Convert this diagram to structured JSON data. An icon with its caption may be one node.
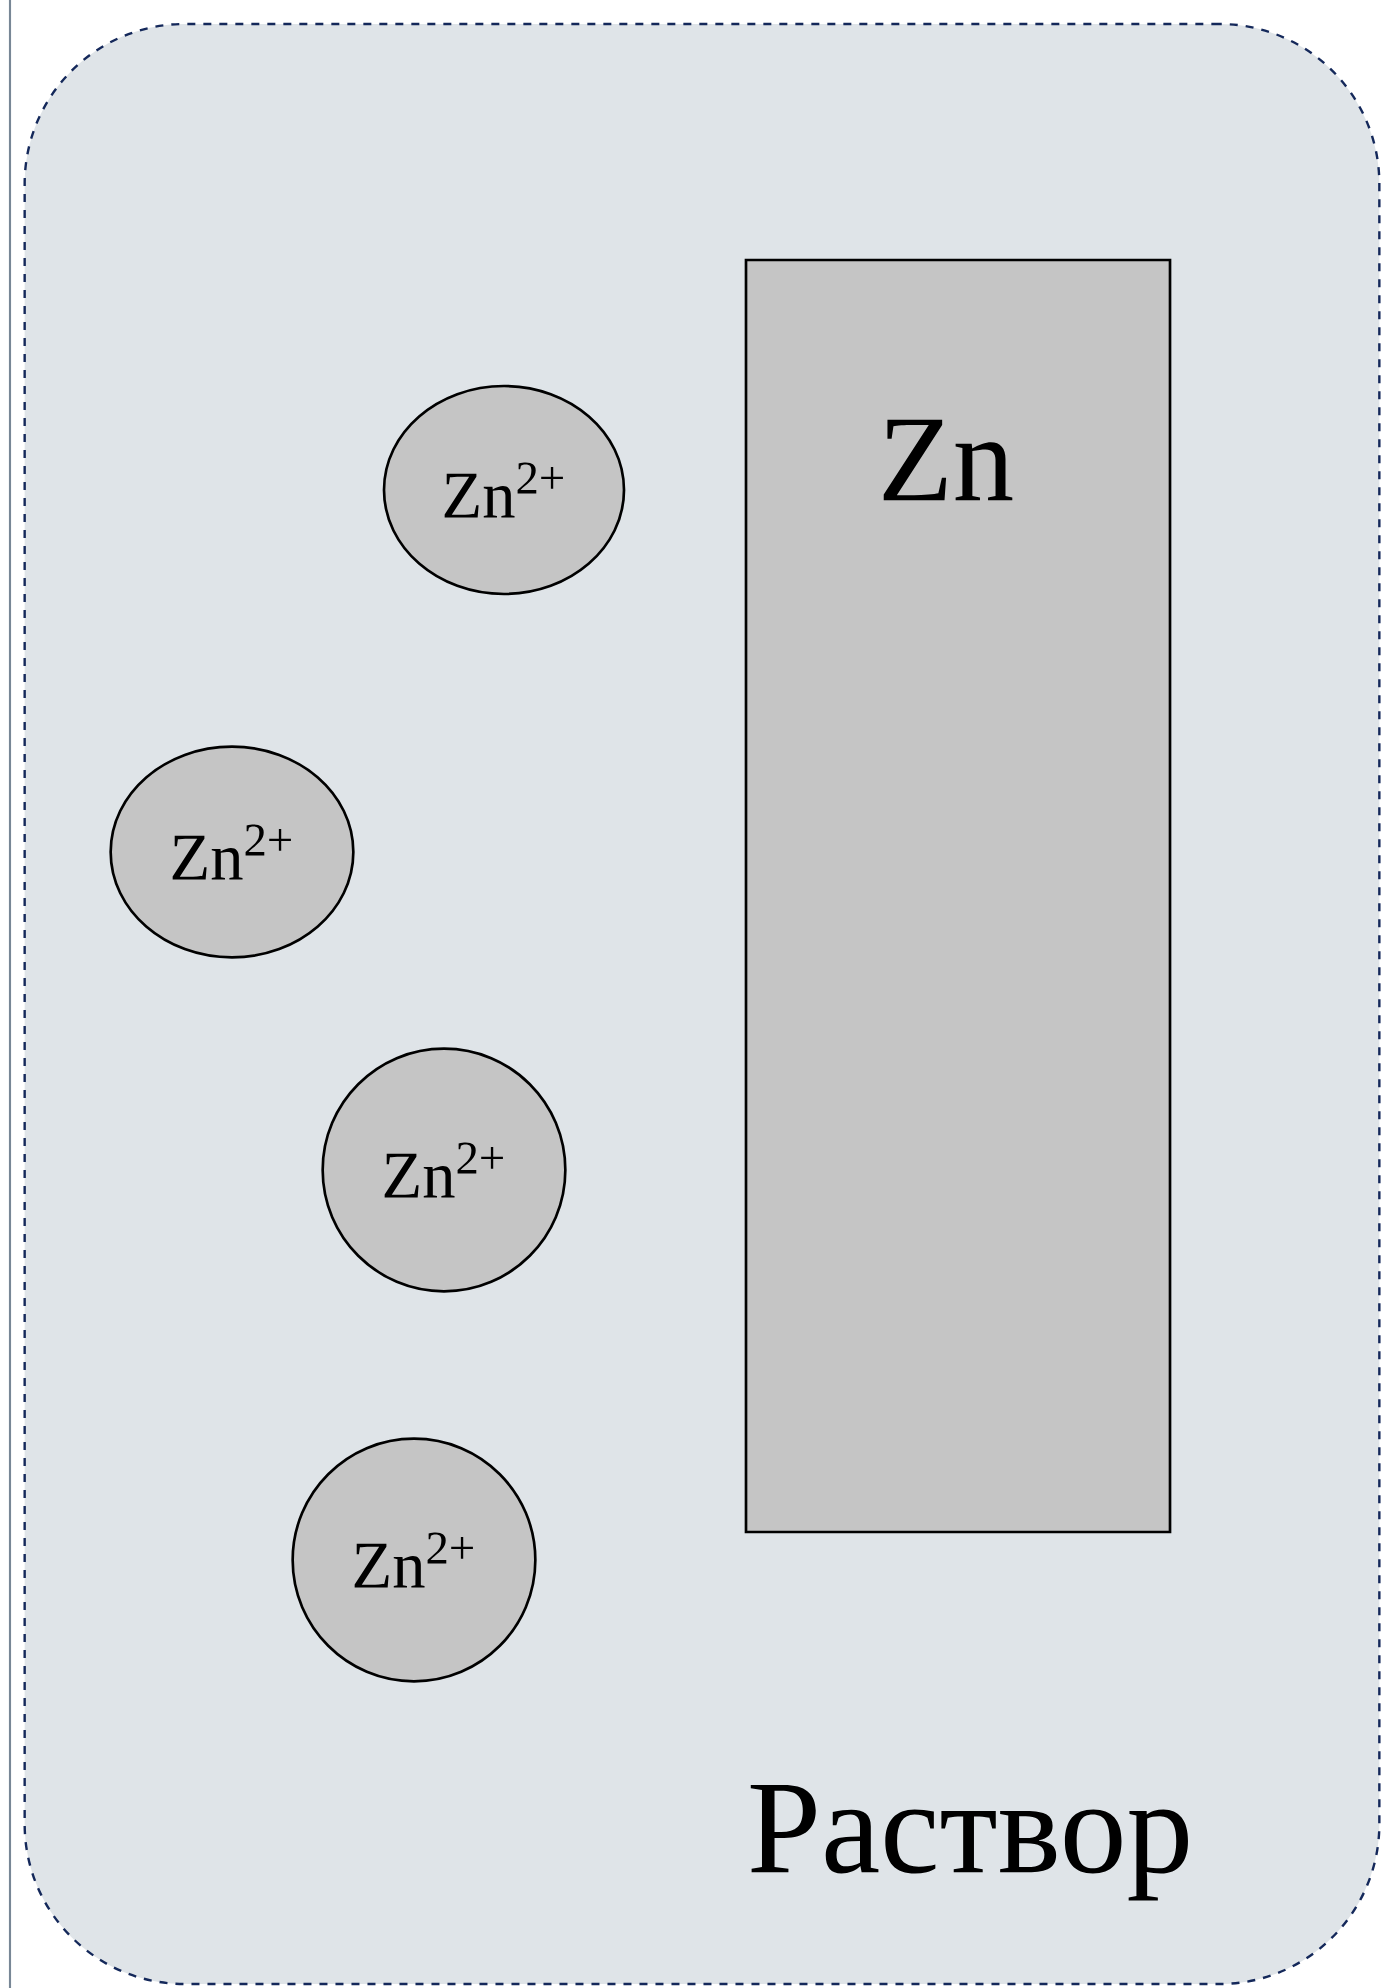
{
  "diagram": {
    "nodes": [
      {
        "text": [
          "Раствор"
        ]
      },
      {
        "text": [
          "Zn"
        ],
        "in": 0
      },
      {
        "text": [
          "Zn$^{2+}$"
        ],
        "in": 0
      },
      {
        "text": [
          "Zn$^{2+}$"
        ],
        "in": 0
      },
      {
        "text": [
          "Zn$^{2+}$"
        ],
        "in": 0
      },
      {
        "text": [
          "Zn$^{2+}$"
        ],
        "in": 0
      }
    ]
  }
}
